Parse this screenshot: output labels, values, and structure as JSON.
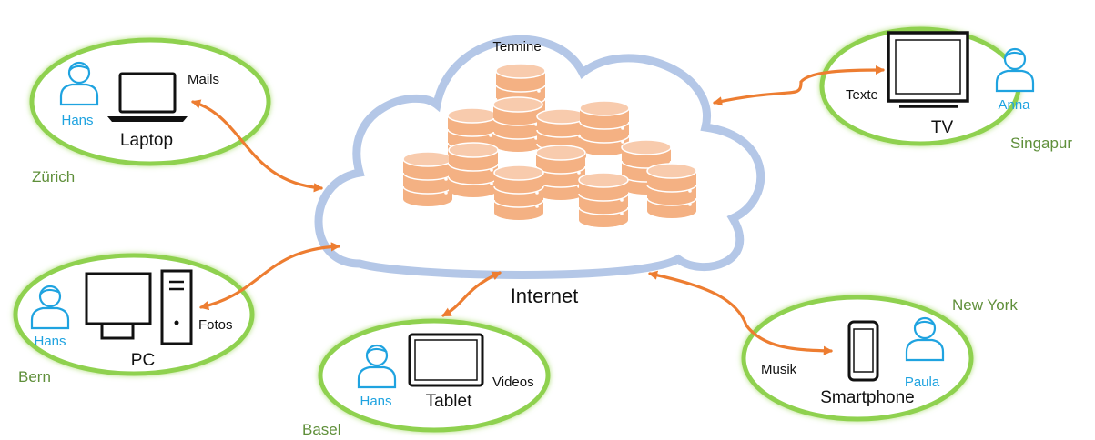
{
  "cloud": {
    "label": "Internet",
    "content_label": "Termine"
  },
  "nodes": {
    "zurich": {
      "city": "Zürich",
      "device": "Laptop",
      "person": "Hans",
      "data": "Mails"
    },
    "bern": {
      "city": "Bern",
      "device": "PC",
      "person": "Hans",
      "data": "Fotos"
    },
    "basel": {
      "city": "Basel",
      "device": "Tablet",
      "person": "Hans",
      "data": "Videos"
    },
    "newyork": {
      "city": "New York",
      "device": "Smartphone",
      "person": "Paula",
      "data": "Musik"
    },
    "singapur": {
      "city": "Singapur",
      "device": "TV",
      "person": "Anna",
      "data": "Texte"
    }
  },
  "colors": {
    "zone_border": "#8fd14f",
    "link": "#ed7d31",
    "database": "#f4b183",
    "cloud": "#b4c7e7",
    "person": "#1fa3e0",
    "city": "#5f8f3a"
  },
  "icons": [
    "cloud-icon",
    "database-icon",
    "laptop-icon",
    "pc-monitor-icon",
    "pc-tower-icon",
    "tablet-icon",
    "smartphone-icon",
    "tv-icon",
    "person-icon"
  ]
}
